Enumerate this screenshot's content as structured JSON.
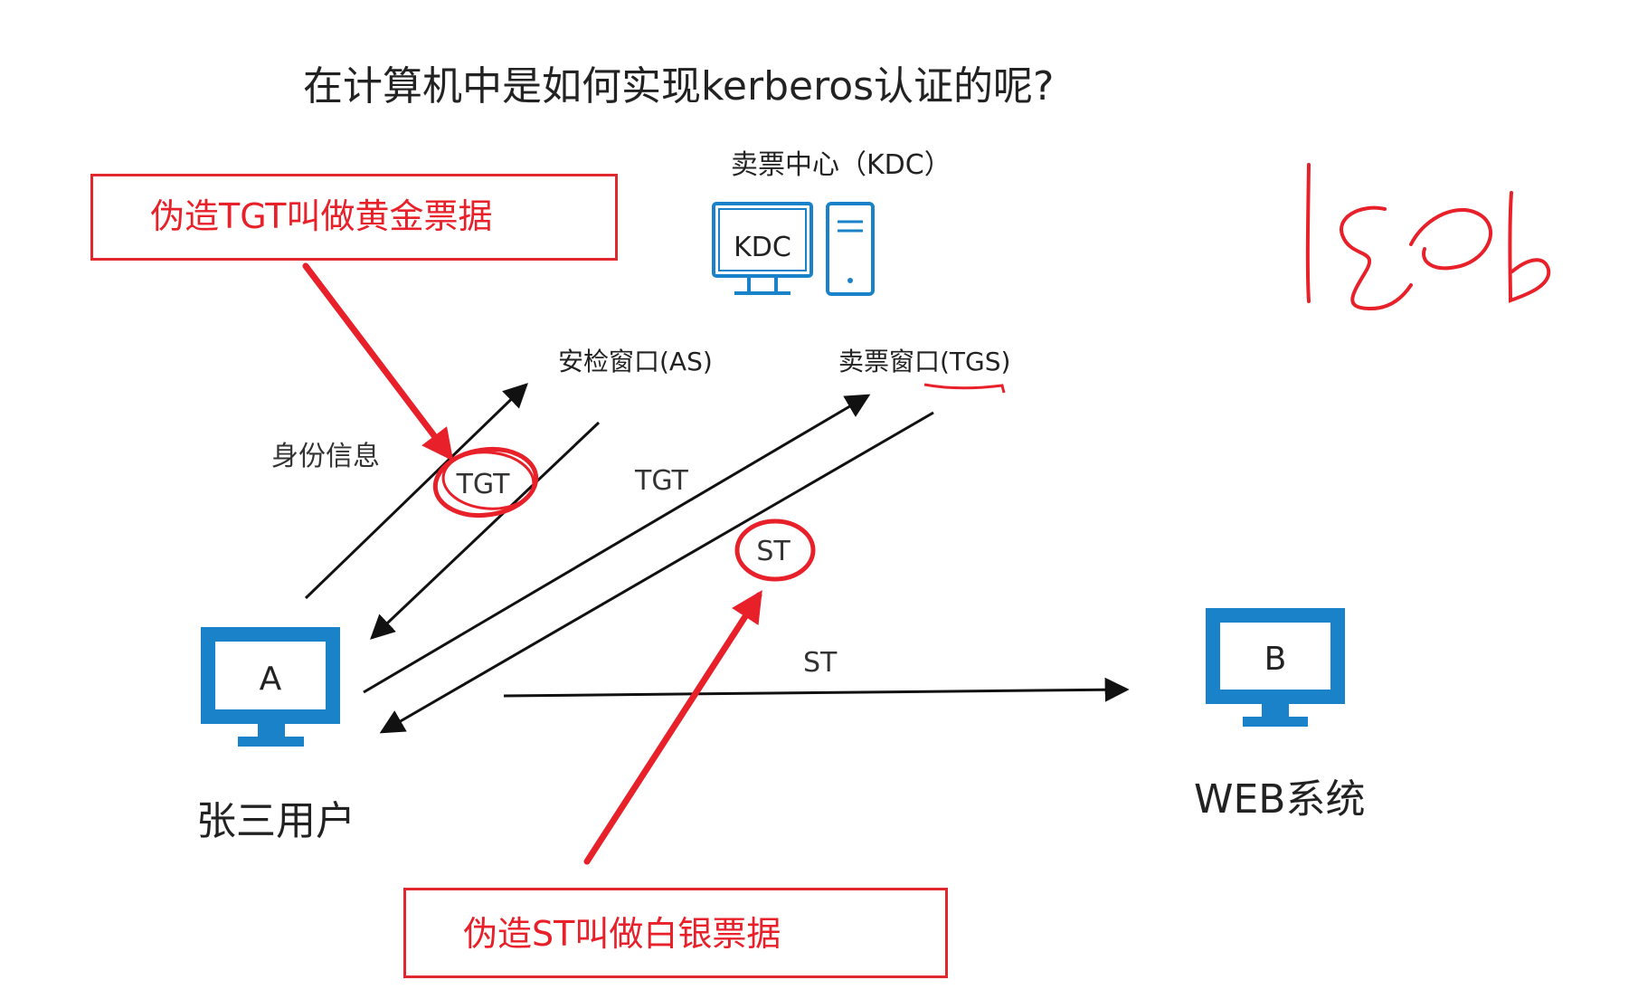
{
  "title": "在计算机中是如何实现kerberos认证的呢?",
  "kdc": {
    "label": "卖票中心（KDC）",
    "monitor_text": "KDC"
  },
  "windows": {
    "as_label": "安检窗口(AS)",
    "tgs_label": "卖票窗口(TGS)"
  },
  "messages": {
    "identity_info": "身份信息",
    "tgt_circled": "TGT",
    "tgt": "TGT",
    "st_circled": "ST",
    "st": "ST"
  },
  "nodes": {
    "client_monitor_text": "A",
    "client_label": "张三用户",
    "server_monitor_text": "B",
    "server_label": "WEB系统"
  },
  "annotations": {
    "golden_ticket": "伪造TGT叫做黄金票据",
    "silver_ticket": "伪造ST叫做白银票据",
    "handwritten": "180b"
  },
  "colors": {
    "monitor_blue": "#1a82c8",
    "annotation_red": "#e8202a",
    "line_black": "#111111"
  }
}
